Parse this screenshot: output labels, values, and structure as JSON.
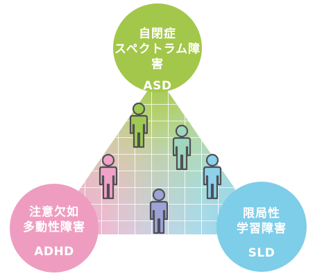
{
  "nodes": {
    "asd": {
      "name_line1": "自閉症",
      "name_line2": "スペクトラム障害",
      "abbr": "ASD",
      "color": "#a3c74a"
    },
    "adhd": {
      "name_line1": "注意欠如",
      "name_line2": "多動性障害",
      "abbr": "ADHD",
      "color": "#ee9dc1"
    },
    "sld": {
      "name_line1": "限局性",
      "name_line2": "学習障害",
      "abbr": "SLD",
      "color": "#7ecde9"
    }
  },
  "figures": [
    {
      "id": "figure-asd",
      "color": "#9fca52"
    },
    {
      "id": "figure-asd-sld",
      "color": "#9ed7bd"
    },
    {
      "id": "figure-adhd",
      "color": "#f0a2c7"
    },
    {
      "id": "figure-sld",
      "color": "#8dd1ea"
    },
    {
      "id": "figure-adhd-sld",
      "color": "#9da3d6"
    }
  ]
}
